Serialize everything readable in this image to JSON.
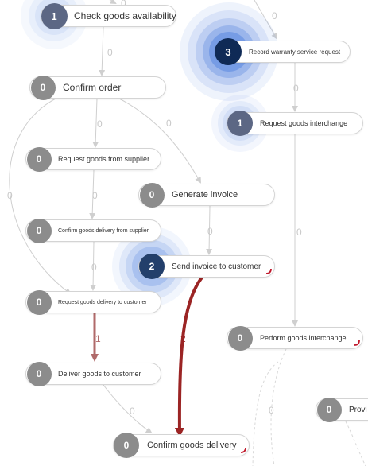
{
  "diagram": {
    "nodes": [
      {
        "id": "check-goods-availability",
        "label": "Check goods availability",
        "count": "1",
        "highlight": true
      },
      {
        "id": "record-warranty-service-request",
        "label": "Record warranty service request",
        "count": "3",
        "highlight": true
      },
      {
        "id": "confirm-order",
        "label": "Confirm order",
        "count": "0",
        "highlight": false
      },
      {
        "id": "request-goods-interchange",
        "label": "Request goods interchange",
        "count": "1",
        "highlight": true
      },
      {
        "id": "request-goods-from-supplier",
        "label": "Request goods from supplier",
        "count": "0",
        "highlight": false
      },
      {
        "id": "generate-invoice",
        "label": "Generate invoice",
        "count": "0",
        "highlight": false
      },
      {
        "id": "confirm-goods-delivery-from-supplier",
        "label": "Confirm goods delivery from supplier",
        "count": "0",
        "highlight": false
      },
      {
        "id": "send-invoice-to-customer",
        "label": "Send invoice to customer",
        "count": "2",
        "highlight": true
      },
      {
        "id": "request-goods-delivery-to-customer",
        "label": "Request goods delivery to customer",
        "count": "0",
        "highlight": false
      },
      {
        "id": "perform-goods-interchange",
        "label": "Perform goods interchange",
        "count": "0",
        "highlight": false
      },
      {
        "id": "deliver-goods-to-customer",
        "label": "Deliver goods to customer",
        "count": "0",
        "highlight": false
      },
      {
        "id": "provide",
        "label": "Provi",
        "count": "0",
        "highlight": false
      },
      {
        "id": "confirm-goods-delivery",
        "label": "Confirm goods delivery",
        "count": "0",
        "highlight": false
      }
    ],
    "edges": [
      {
        "id": "e-top-left",
        "label": "0"
      },
      {
        "id": "e-top-right",
        "label": "0"
      },
      {
        "id": "e-check-confirm",
        "label": "0"
      },
      {
        "id": "e-record-interchange",
        "label": "0"
      },
      {
        "id": "e-confirm-supplier",
        "label": "0"
      },
      {
        "id": "e-confirm-invoice",
        "label": "0"
      },
      {
        "id": "e-confirm-delivery-request",
        "label": "0"
      },
      {
        "id": "e-supplier-confirmsupplier",
        "label": "0"
      },
      {
        "id": "e-invoice-send",
        "label": "0"
      },
      {
        "id": "e-interchange-perform",
        "label": "0"
      },
      {
        "id": "e-confirmsupplier-delivery",
        "label": "0"
      },
      {
        "id": "e-delivery-deliver",
        "label": "1"
      },
      {
        "id": "e-send-confirmdelivery",
        "label": "2"
      },
      {
        "id": "e-deliver-confirmdelivery",
        "label": "0"
      },
      {
        "id": "e-perform-out",
        "label": "0"
      }
    ]
  },
  "colors": {
    "badge_zero": "#8c8c8c",
    "edge_default": "#cfcfcf",
    "edge_label_default": "#c8c8c8",
    "edge_weight_1": "#b06a6a",
    "edge_weight_2": "#9b2424",
    "corner_mark": "#c0192c",
    "halo_blue": "#5a86e0"
  }
}
